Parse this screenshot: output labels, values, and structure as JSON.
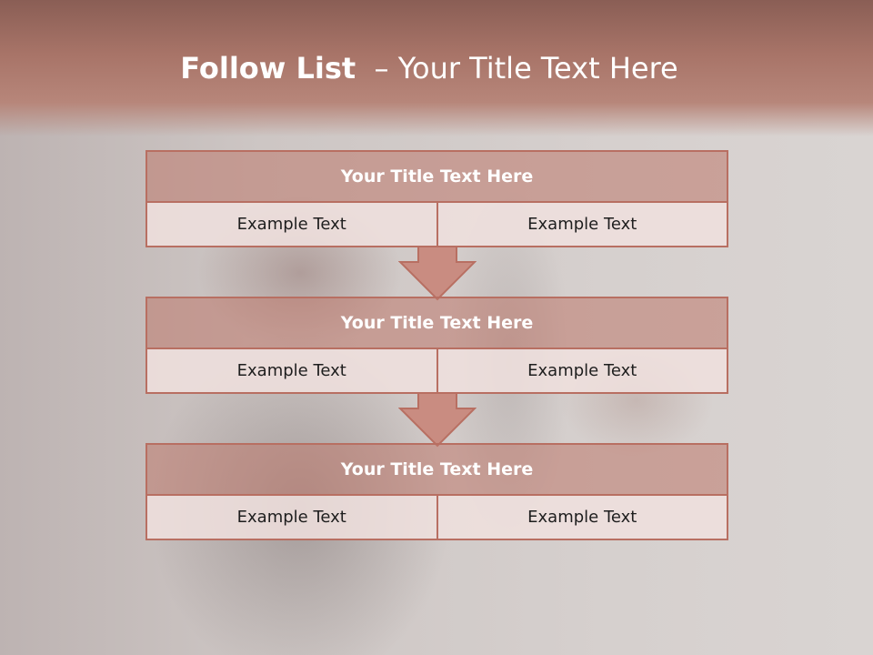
{
  "slide": {
    "title_bold": "Follow List",
    "title_rest": "– Your Title Text Here"
  },
  "blocks": [
    {
      "title": "Your Title Text Here",
      "cells": [
        "Example Text",
        "Example Text"
      ]
    },
    {
      "title": "Your Title Text Here",
      "cells": [
        "Example Text",
        "Example Text"
      ]
    },
    {
      "title": "Your Title Text Here",
      "cells": [
        "Example Text",
        "Example Text"
      ]
    }
  ],
  "colors": {
    "accent": "#b86f62",
    "banner": "#a87468",
    "header_fill": "#c89c93",
    "cell_fill": "#ecdcd9"
  }
}
